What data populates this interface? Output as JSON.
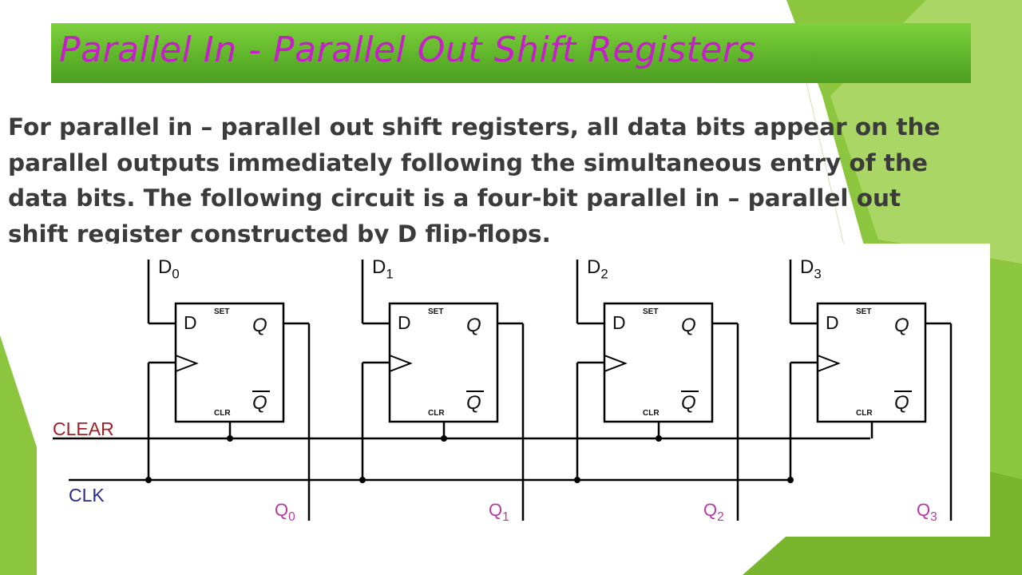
{
  "slide": {
    "title": "Parallel In - Parallel Out Shift Registers",
    "paragraph_lines": [
      "For parallel in – parallel out shift registers, all data bits appear on the",
      "parallel outputs immediately following the simultaneous entry of the",
      "data bits.  The following circuit is a four-bit parallel in – parallel out",
      "shift register constructed by D flip-flops."
    ]
  },
  "diagram": {
    "signals": {
      "clear": "CLEAR",
      "clk": "CLK"
    },
    "flipflop_labels": {
      "d": "D",
      "q": "Q",
      "qbar": "Q",
      "set": "SET",
      "clr": "CLR"
    },
    "stages": [
      {
        "input": "D",
        "input_sub": "0",
        "output": "Q",
        "output_sub": "0"
      },
      {
        "input": "D",
        "input_sub": "1",
        "output": "Q",
        "output_sub": "1"
      },
      {
        "input": "D",
        "input_sub": "2",
        "output": "Q",
        "output_sub": "2"
      },
      {
        "input": "D",
        "input_sub": "3",
        "output": "Q",
        "output_sub": "3"
      }
    ]
  },
  "colors": {
    "title": "#c61ec9",
    "title_bar": "#5fb52a",
    "clear_label": "#a0202a",
    "clk_label": "#2a2a8a",
    "q_label": "#b53aa8",
    "wire": "#000000",
    "decor_green": "#8cc63f"
  }
}
